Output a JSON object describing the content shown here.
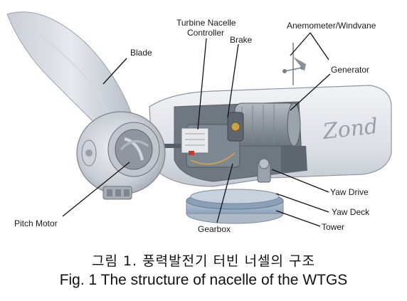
{
  "labels": {
    "blade": "Blade",
    "turbine_nacelle_controller_line1": "Turbine Nacelle",
    "turbine_nacelle_controller_line2": "Controller",
    "brake": "Brake",
    "anemometer_windvane": "Anemometer/Windvane",
    "generator": "Generator",
    "yaw_drive": "Yaw Drive",
    "yaw_deck": "Yaw Deck",
    "tower": "Tower",
    "gearbox": "Gearbox",
    "pitch_motor": "Pitch Motor",
    "brand_script": "Zond"
  },
  "caption": {
    "korean": "그림 1. 풍력발전기 터빈 너셀의 구조",
    "english": "Fig. 1 The structure of nacelle of the WTGS"
  }
}
